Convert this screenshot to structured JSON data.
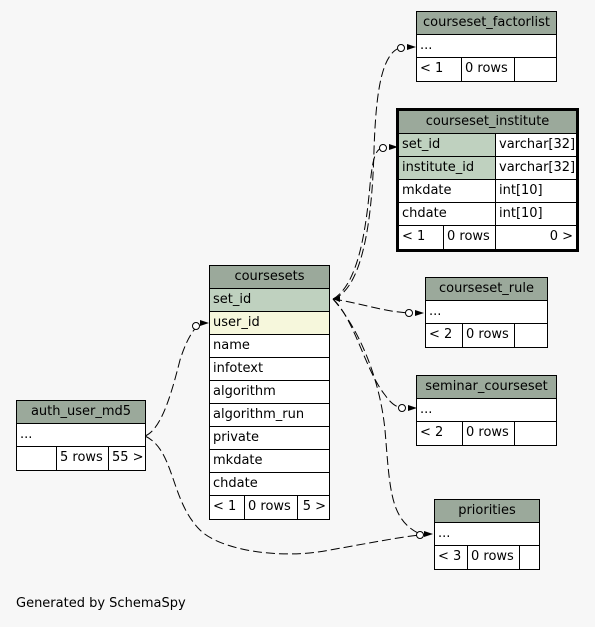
{
  "footer_text": "Generated by SchemaSpy",
  "tables": {
    "courseset_factorlist": {
      "name": "courseset_factorlist",
      "placeholder": "...",
      "footer": [
        "< 1",
        "0 rows",
        ""
      ]
    },
    "courseset_institute": {
      "name": "courseset_institute",
      "columns": [
        {
          "name": "set_id",
          "type": "varchar[32]"
        },
        {
          "name": "institute_id",
          "type": "varchar[32]"
        },
        {
          "name": "mkdate",
          "type": "int[10]"
        },
        {
          "name": "chdate",
          "type": "int[10]"
        }
      ],
      "footer": [
        "< 1",
        "0 rows",
        "0 >"
      ]
    },
    "coursesets": {
      "name": "coursesets",
      "columns": [
        "set_id",
        "user_id",
        "name",
        "infotext",
        "algorithm",
        "algorithm_run",
        "private",
        "mkdate",
        "chdate"
      ],
      "footer": [
        "< 1",
        "0 rows",
        "5 >"
      ]
    },
    "courseset_rule": {
      "name": "courseset_rule",
      "placeholder": "...",
      "footer": [
        "< 2",
        "0 rows",
        ""
      ]
    },
    "seminar_courseset": {
      "name": "seminar_courseset",
      "placeholder": "...",
      "footer": [
        "< 2",
        "0 rows",
        ""
      ]
    },
    "auth_user_md5": {
      "name": "auth_user_md5",
      "placeholder": "...",
      "footer": [
        "",
        "5 rows",
        "55 >"
      ]
    },
    "priorities": {
      "name": "priorities",
      "placeholder": "...",
      "footer": [
        "< 3",
        "0 rows",
        ""
      ]
    }
  },
  "colors": {
    "header": "#9ba99b",
    "primary_key": "#bfd1bf",
    "foreign_key": "#f6f7dc",
    "background": "#f7f7f7"
  }
}
